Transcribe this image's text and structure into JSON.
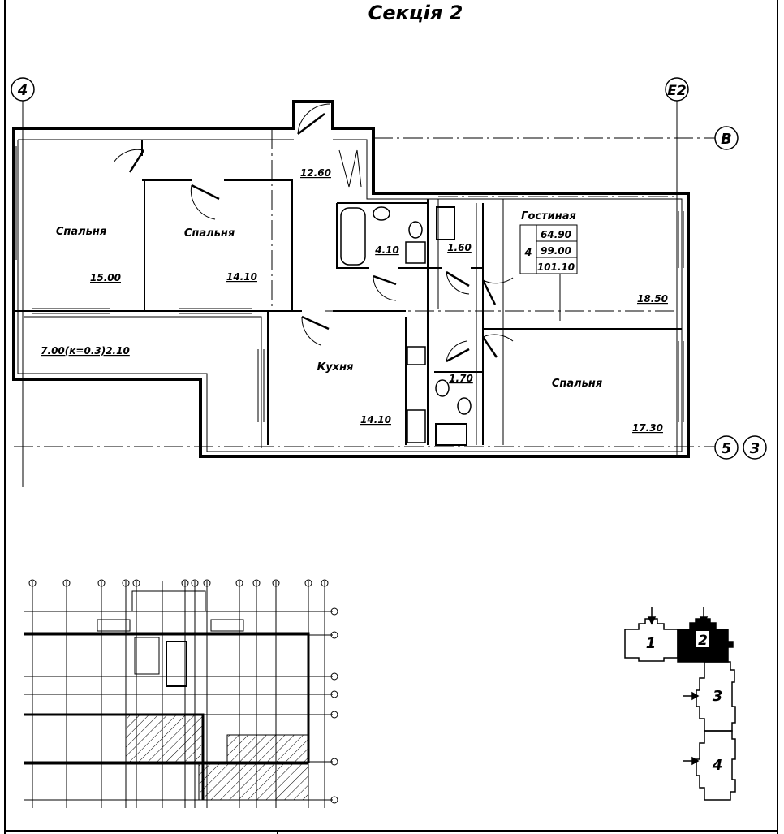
{
  "title": "Секція 2",
  "axes": {
    "left": "4",
    "right": "E2",
    "top_row": "B",
    "bottom_row_a": "5",
    "bottom_row_b": "3"
  },
  "rooms": [
    {
      "name": "Спальня",
      "area": "15.00"
    },
    {
      "name": "Спальня",
      "area": "14.10"
    },
    {
      "name": "",
      "area": "12.60"
    },
    {
      "name": "",
      "area": "4.10"
    },
    {
      "name": "",
      "area": "1.60"
    },
    {
      "name": "Гостиная",
      "area": "18.50"
    },
    {
      "name": "",
      "area": "7.00(к=0.3)2.10"
    },
    {
      "name": "Кухня",
      "area": "14.10"
    },
    {
      "name": "",
      "area": "1.70"
    },
    {
      "name": "Спальня",
      "area": "17.30"
    }
  ],
  "apartment": {
    "rooms_count": "4",
    "living_area": "64.90",
    "total_area": "99.00",
    "total_with_balcony": "101.10"
  },
  "key_plan": {
    "sections": [
      "1",
      "2",
      "3",
      "4"
    ],
    "highlighted": "2"
  }
}
